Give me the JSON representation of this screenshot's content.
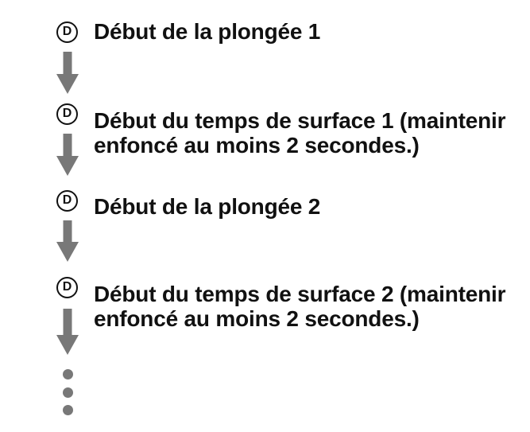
{
  "diagram": {
    "description_domain": "dive-watch-manual-flow",
    "colors": {
      "background": "#ffffff",
      "text": "#111111",
      "arrow": "#787878"
    },
    "steps": [
      {
        "button_label": "D",
        "text": "Début de la plongée 1"
      },
      {
        "button_label": "D",
        "text_line1": "Début du temps de surface 1 (maintenir",
        "text_line2": "enfoncé au moins 2 secondes.)"
      },
      {
        "button_label": "D",
        "text": "Début de la plongée 2"
      },
      {
        "button_label": "D",
        "text_line1": "Début du temps de surface 2 (maintenir",
        "text_line2": "enfoncé au moins 2 secondes.)"
      }
    ],
    "connector": "down-arrow",
    "continuation": "vertical-ellipsis"
  }
}
